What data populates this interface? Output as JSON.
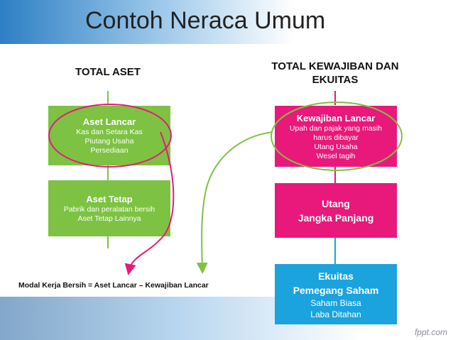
{
  "slide": {
    "title": "Contoh Neraca Umum",
    "brand": "fppt.com"
  },
  "assets": {
    "heading": "TOTAL  ASET",
    "current": {
      "title": "Aset Lancar",
      "items": [
        "Kas dan Setara Kas",
        "Piutang Usaha",
        "Persediaan"
      ]
    },
    "fixed": {
      "title": "Aset Tetap",
      "items": [
        "Pabrik dan peralatan bersih",
        "Aset Tetap Lainnya"
      ]
    }
  },
  "liabilities": {
    "heading_line1": "TOTAL KEWAJIBAN DAN",
    "heading_line2": "EKUITAS",
    "current": {
      "title": "Kewajiban Lancar",
      "items": [
        "Upah dan pajak yang masih",
        "harus dibayar",
        "Utang Usaha",
        "Wesel tagih"
      ]
    },
    "longterm": {
      "title_line1": "Utang",
      "title_line2": "Jangka Panjang"
    },
    "equity": {
      "title_line1": "Ekuitas",
      "title_line2": "Pemegang Saham",
      "items": [
        "Saham Biasa",
        "Laba Ditahan"
      ]
    }
  },
  "formula": "Modal Kerja Bersih = Aset Lancar –   Kewajiban Lancar",
  "colors": {
    "asset_box": "#7dc242",
    "liability_box": "#e8197a",
    "equity_box": "#1aa3dd",
    "pink_arrow": "#e8197a",
    "green_arrow": "#7dc242"
  }
}
